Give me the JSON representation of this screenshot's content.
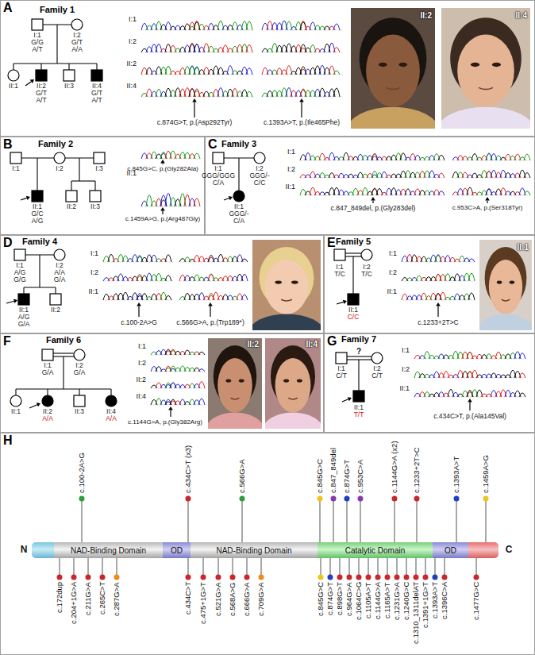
{
  "diagram": {
    "nodes": [
      {
        "text": [
          "A",
          "Family 1"
        ]
      },
      {
        "text": [
          "B",
          "Family 2"
        ]
      },
      {
        "text": [
          "C",
          "Family 3"
        ]
      },
      {
        "text": [
          "D",
          "Family 4"
        ]
      },
      {
        "text": [
          "E",
          "Family 5"
        ]
      },
      {
        "text": [
          "F",
          "Family 6"
        ]
      },
      {
        "text": [
          "G",
          "Family 7"
        ]
      },
      {
        "text": [
          "H"
        ]
      },
      {
        "text": [
          "NAD-Binding Domain"
        ],
        "in": 7
      },
      {
        "text": [
          "OD"
        ],
        "in": 7
      },
      {
        "text": [
          "NAD-Binding Domain"
        ],
        "in": 7
      },
      {
        "text": [
          "Catalytic Domain"
        ],
        "in": 7
      },
      {
        "text": [
          "OD"
        ],
        "in": 7
      }
    ],
    "labels": [
      "I:1",
      "G/G",
      "A/T",
      "I:2",
      "G/T",
      "A/A",
      "II:1",
      "II:2",
      "G/T",
      "A/T",
      "II:3",
      "II:4",
      "G/T",
      "A/T",
      "I:1",
      "I:2",
      "II:2",
      "II:4",
      "c.874G>T, p.(Asp292Tyr)",
      "c.1393A>T, p.(Ile465Phe)",
      "II:2",
      "II:4",
      "I:1",
      "I:2",
      "I:3",
      "II:1",
      "G/C",
      "A/G",
      "II:2",
      "II:3",
      "II:1",
      "c.845G>C, p.(Gly282Ala)",
      "c.1459A>G, p.(Arg487Gly)",
      "I:1",
      "GGG/GGG",
      "C/A",
      "I:2",
      "GGG/-",
      "C/C",
      "II:1",
      "GGG/-",
      "C/A",
      "I:1",
      "I:2",
      "II:1",
      "c.847_849del, p.(Gly283del)",
      "c.953C>A, p.(Ser318Tyr)",
      "I:1",
      "A/G",
      "G/G",
      "I:2",
      "A/A",
      "G/A",
      "II:1",
      "A/G",
      "G/A",
      "II:2",
      "I:1",
      "I:2",
      "II:1",
      "c.100-2A>G",
      "c.566G>A, p.(Trp189*)",
      "I:1",
      "T/C",
      "I:2",
      "T/C",
      "II:1",
      "C/C",
      "I:1",
      "I:2",
      "II:1",
      "c.1233+2T>C",
      "II:1",
      "I:1",
      "G/A",
      "I:2",
      "G/A",
      "II:1",
      "II:2",
      "A/A",
      "II:3",
      "II:4",
      "A/A",
      "I:1",
      "I:2",
      "II:2",
      "II:4",
      "c.1144G>A, p.(Gly382Arg)",
      "II:2",
      "II:4",
      "?",
      "I:1",
      "C/T",
      "I:2",
      "C/T",
      "II:1",
      "T/T",
      "I:1",
      "I:2",
      "II:1",
      "c.434C>T, p.(Ala145Val)",
      "N",
      "C",
      "c.100-2A>G",
      "c.434C>T (x3)",
      "c.566G>A",
      "c.845G>C",
      "c.847_849del",
      "c.874G>T",
      "c.953C>A",
      "c.1144G>A (x2)",
      "c.1233+2T>C",
      "c.1393A>T",
      "c.1459A>G",
      "c.172dup",
      "c.204+1G>A",
      "c.211G>A",
      "c.265C>T",
      "c.287G>A",
      "c.434C>T",
      "c.475+1G>T",
      "c.521G>A",
      "c.568A>G",
      "c.666G>A",
      "c.709G>A",
      "c.845G>C",
      "c.874G>T",
      "c.898G>T",
      "c.964G>A",
      "c.1064C>G",
      "c.1105A>T",
      "c.1144G>A",
      "c.1165A>T",
      "c.1231G>A",
      "c.1240G>C",
      "c.1310_1311delAT",
      "c.1391+1G>T",
      "c.1393A>T",
      "c.1396C>A",
      "c.1477G>C"
    ]
  }
}
